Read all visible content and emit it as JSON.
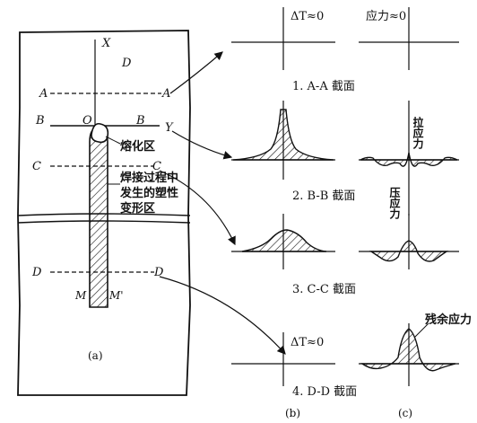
{
  "plate": {
    "axis_x": "X",
    "axis_y": "Y",
    "region_d": "D",
    "origin": "O",
    "sections": {
      "a_left": "A",
      "a_right": "A",
      "b_left": "B",
      "b_right": "B",
      "c_left": "C",
      "c_right": "C",
      "d_left": "D",
      "d_right": "D"
    },
    "melt_zone": "熔化区",
    "plastic_zone_line1": "焊接过程中",
    "plastic_zone_line2": "发生的塑性",
    "plastic_zone_line3": "变形区",
    "m_left": "M",
    "m_right": "M'"
  },
  "panel_b": {
    "row1_label": "ΔT≈0",
    "row4_label": "ΔT≈0"
  },
  "panel_c": {
    "row1_label": "应力≈0",
    "tension": "拉应力",
    "compression": "压应力",
    "residual": "残余应力"
  },
  "captions": {
    "row1": "1. A-A 截面",
    "row2": "2. B-B 截面",
    "row3": "3. C-C 截面",
    "row4": "4. D-D 截面"
  },
  "panels": {
    "a": "(a)",
    "b": "(b)",
    "c": "(c)"
  }
}
